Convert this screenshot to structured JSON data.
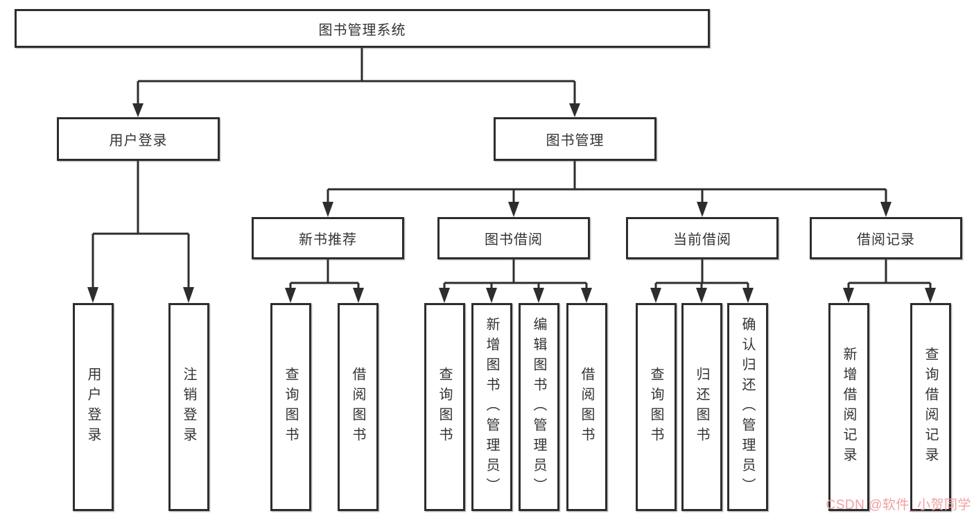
{
  "diagram": {
    "title_node": "图书管理系统",
    "root": {
      "label": "图书管理系统"
    },
    "branches": [
      {
        "label": "用户登录",
        "children": [
          {
            "label": "用户登录"
          },
          {
            "label": "注销登录"
          }
        ]
      },
      {
        "label": "图书管理",
        "children": [
          {
            "label": "新书推荐",
            "children": [
              {
                "label": "查询图书"
              },
              {
                "label": "借阅图书"
              }
            ]
          },
          {
            "label": "图书借阅",
            "children": [
              {
                "label": "查询图书"
              },
              {
                "label": "新增图书（管理员）"
              },
              {
                "label": "编辑图书（管理员）"
              },
              {
                "label": "借阅图书"
              }
            ]
          },
          {
            "label": "当前借阅",
            "children": [
              {
                "label": "查询图书"
              },
              {
                "label": "归还图书"
              },
              {
                "label": "确认归还（管理员）"
              }
            ]
          },
          {
            "label": "借阅记录",
            "children": [
              {
                "label": "新增借阅记录"
              },
              {
                "label": "查询借阅记录"
              }
            ]
          }
        ]
      }
    ]
  },
  "watermark": {
    "text": "CSDN @软件_小贺同学",
    "color": "#f0a0a0"
  },
  "colors": {
    "line": "#2d2d2d",
    "box_border": "#2d2d2d",
    "text": "#333333",
    "background": "#ffffff"
  }
}
